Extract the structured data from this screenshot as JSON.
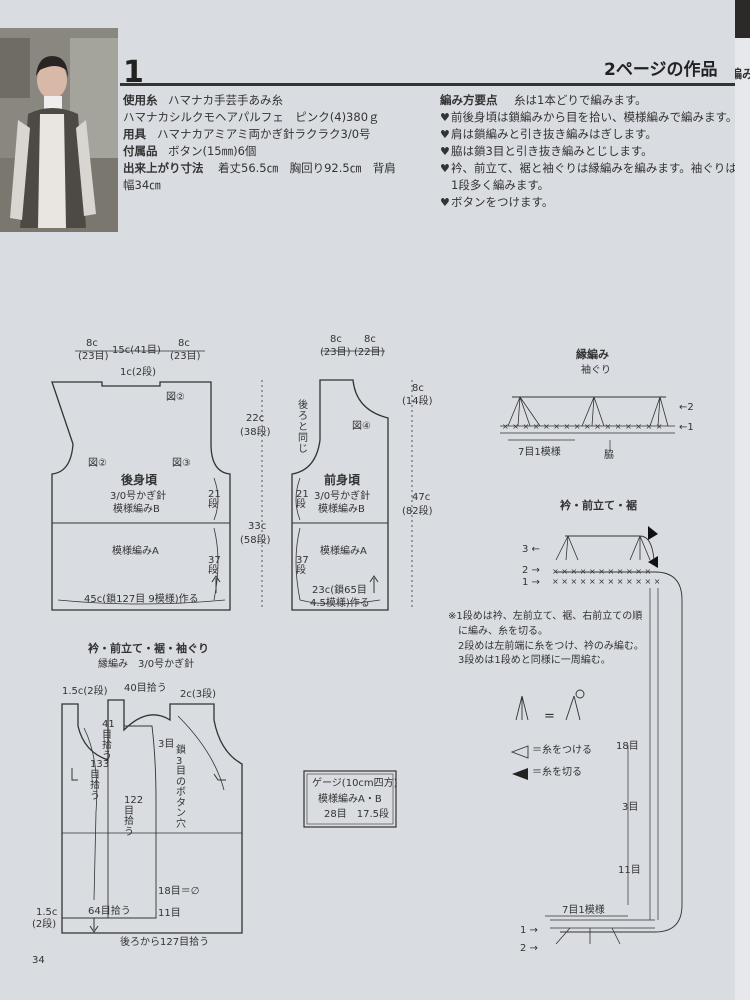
{
  "header": {
    "pattern_number": "1",
    "section_title": "2ページの作品"
  },
  "materials": {
    "yarn_label": "使用糸",
    "yarn_line1": "ハマナカ手芸手あみ糸",
    "yarn_line2": "ハマナカシルクモヘアパルフェ　ピンク(4)380ｇ",
    "tools_label": "用具",
    "tools_value": "ハマナカアミアミ両かぎ針ラクラク3/0号",
    "notions_label": "付属品",
    "notions_value": "ボタン(15㎜)6個",
    "size_label": "出来上がり寸法",
    "size_value": "着丈56.5㎝　胸回り92.5㎝　背肩",
    "size_value2": "幅34㎝"
  },
  "instructions": {
    "label": "編み方要点",
    "intro": "糸は1本どりで編みます。",
    "steps": [
      "前後身頃は鎖編みから目を拾い、模様編みで編みます。",
      "肩は鎖編みと引き抜き編みはぎします。",
      "脇は鎖3目と引き抜き編みとじします。",
      "衿、前立て、裾と袖ぐりは縁編みを編みます。袖ぐりは",
      "1段多く編みます。",
      "ボタンをつけます。"
    ],
    "bullet": "♥"
  },
  "back_panel": {
    "top_widths": [
      "8c",
      "15c(41目)",
      "8c"
    ],
    "top_rows": [
      "(23目)",
      "(23目)"
    ],
    "neck": "1c(2段)",
    "title": "後身頃",
    "hook": "3/0号かぎ針",
    "pattern_b": "模様編みB",
    "pattern_a": "模様編みA",
    "fig2": "図②",
    "fig3": "図③",
    "armhole_h": "22c",
    "armhole_rows": "(38段)",
    "body_h": "33c",
    "body_rows": "(58段)",
    "rows_21": "21段",
    "rows_37": "37段",
    "bottom": "45c(鎖127目 9模様)作る"
  },
  "front_panel": {
    "top_widths": [
      "8c",
      "8c"
    ],
    "top_rows": [
      "(23目)",
      "(22目)"
    ],
    "side_note": "後ろと同じ",
    "fig4": "図④",
    "title": "前身頃",
    "hook": "3/0号かぎ針",
    "pattern_b": "模様編みB",
    "pattern_a": "模様編みA",
    "neck_h": "8c",
    "neck_rows": "(14段)",
    "total_h": "47c",
    "total_rows": "(82段)",
    "rows_21": "21段",
    "rows_37": "37段",
    "bottom1": "23c(鎖65目",
    "bottom2": "4.5模様)作る"
  },
  "border_diagram": {
    "title": "衿・前立て・裾・袖ぐり",
    "subtitle": "縁編み　3/0号かぎ針",
    "l_1_5c_2": "1.5c(2段)",
    "pick_40": "40目拾う",
    "r_2c_3": "2c(3段)",
    "pick_41": "41目拾う",
    "pick_133": "133目拾う",
    "pick_122": "122目拾う",
    "three_st": "3目",
    "buttonhole": "鎖3目のボタン穴",
    "eighteen": "18目＝∅",
    "eleven": "11目",
    "l_1_5c": "1.5c",
    "l_2dan": "(2段)",
    "pick_64": "64目拾う",
    "pick_127": "後ろから127目拾う"
  },
  "gauge": {
    "line1": "ゲージ(10cm四方)",
    "line2": "模様編みA・B",
    "line3": "28目　17.5段"
  },
  "edging_armhole": {
    "title": "縁編み",
    "subtitle": "袖ぐり",
    "repeat": "7目1模様",
    "side": "脇",
    "row2": "←2",
    "row1": "←1"
  },
  "edging_front": {
    "title": "衿・前立て・裾",
    "row3": "3 ←",
    "row2": "2 →",
    "row1": "1 →",
    "note1": "※1段めは衿、左前立て、裾、右前立ての順",
    "note2": "に編み、糸を切る。",
    "note3": "2段めは左前端に糸をつけ、衿のみ編む。",
    "note4": "3段めは1段めと同様に一周編む。",
    "equals": "=",
    "legend_attach": "＝糸をつける",
    "legend_cut": "＝糸を切る",
    "n18": "18目",
    "n3": "3目",
    "n11": "11目",
    "repeat": "7目1模様",
    "b_row1": "1 →",
    "b_row2": "2 →"
  },
  "page_number": "34",
  "page2_heading": "編み"
}
